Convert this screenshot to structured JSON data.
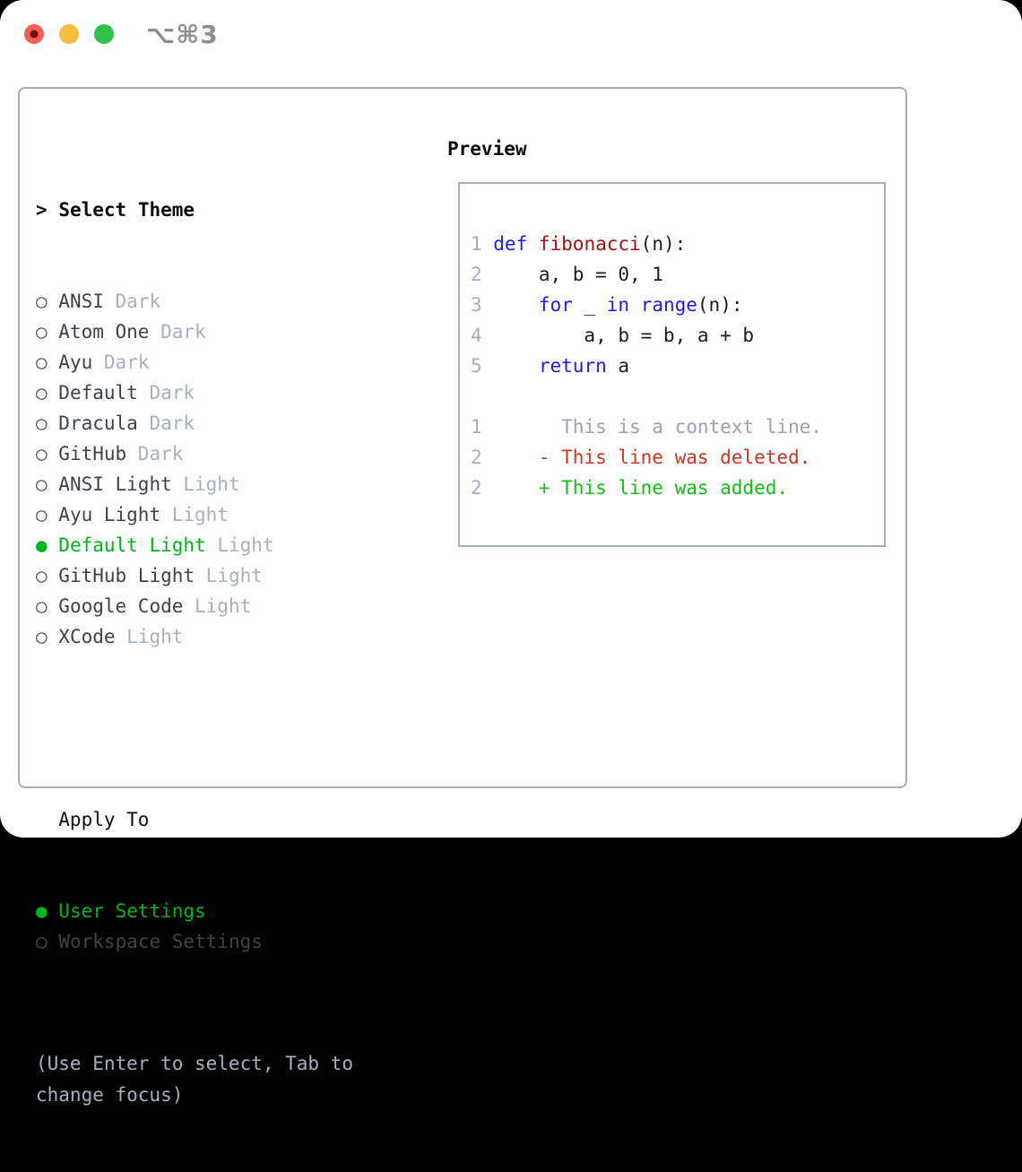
{
  "window": {
    "title": "⌥⌘3",
    "traffic_lights": [
      {
        "name": "close",
        "color": "#f15f58",
        "dot_color": "#7b0c05"
      },
      {
        "name": "minimize",
        "color": "#f6bd3f"
      },
      {
        "name": "zoom",
        "color": "#33c14b"
      }
    ]
  },
  "theme_picker": {
    "header_prefix": ">",
    "header": "Select Theme",
    "items": [
      {
        "name": "ANSI",
        "variant": "Dark",
        "selected": false
      },
      {
        "name": "Atom One",
        "variant": "Dark",
        "selected": false
      },
      {
        "name": "Ayu",
        "variant": "Dark",
        "selected": false
      },
      {
        "name": "Default",
        "variant": "Dark",
        "selected": false
      },
      {
        "name": "Dracula",
        "variant": "Dark",
        "selected": false
      },
      {
        "name": "GitHub",
        "variant": "Dark",
        "selected": false
      },
      {
        "name": "ANSI Light",
        "variant": "Light",
        "selected": false
      },
      {
        "name": "Ayu Light",
        "variant": "Light",
        "selected": false
      },
      {
        "name": "Default Light",
        "variant": "Light",
        "selected": true
      },
      {
        "name": "GitHub Light",
        "variant": "Light",
        "selected": false
      },
      {
        "name": "Google Code",
        "variant": "Light",
        "selected": false
      },
      {
        "name": "XCode",
        "variant": "Light",
        "selected": false
      }
    ],
    "unselected_marker": "○",
    "selected_marker": "●",
    "apply_to": {
      "header": "Apply To",
      "options": [
        {
          "label": "User Settings",
          "selected": true
        },
        {
          "label": "Workspace Settings",
          "selected": false
        }
      ]
    },
    "hint": "(Use Enter to select, Tab to change focus)"
  },
  "preview": {
    "header": "Preview",
    "lines": [
      {
        "num": "1",
        "tokens": [
          {
            "c": "kw",
            "t": "def"
          },
          {
            "c": "plain",
            "t": " "
          },
          {
            "c": "fn",
            "t": "fibonacci"
          },
          {
            "c": "plain",
            "t": "(n):"
          }
        ]
      },
      {
        "num": "2",
        "tokens": [
          {
            "c": "plain",
            "t": "    a, b = 0, 1"
          }
        ]
      },
      {
        "num": "3",
        "tokens": [
          {
            "c": "plain",
            "t": "    "
          },
          {
            "c": "kw",
            "t": "for"
          },
          {
            "c": "plain",
            "t": " _ "
          },
          {
            "c": "kw",
            "t": "in"
          },
          {
            "c": "plain",
            "t": " "
          },
          {
            "c": "kw",
            "t": "range"
          },
          {
            "c": "plain",
            "t": "(n):"
          }
        ]
      },
      {
        "num": "4",
        "tokens": [
          {
            "c": "plain",
            "t": "        a, b = b, a + b"
          }
        ]
      },
      {
        "num": "5",
        "tokens": [
          {
            "c": "plain",
            "t": "    "
          },
          {
            "c": "kw",
            "t": "return"
          },
          {
            "c": "plain",
            "t": " a"
          }
        ]
      },
      {
        "num": "",
        "tokens": []
      },
      {
        "num": "1",
        "tokens": [
          {
            "c": "ctx",
            "t": "      This is a context line."
          }
        ]
      },
      {
        "num": "2",
        "tokens": [
          {
            "c": "del",
            "t": "    - This line was deleted."
          }
        ]
      },
      {
        "num": "2",
        "tokens": [
          {
            "c": "add",
            "t": "    + This line was added."
          }
        ]
      }
    ]
  },
  "colors": {
    "selection_green": "#00b321",
    "keyword_blue": "#1d1de8",
    "function_red": "#a31212",
    "diff_deleted_red": "#c23a22",
    "diff_added_green": "#16bd16",
    "muted_gray": "#a7b1be",
    "line_number_gray": "#a4aebb",
    "panel_border": "#a8aeb9",
    "text_dark": "#3d434c"
  }
}
